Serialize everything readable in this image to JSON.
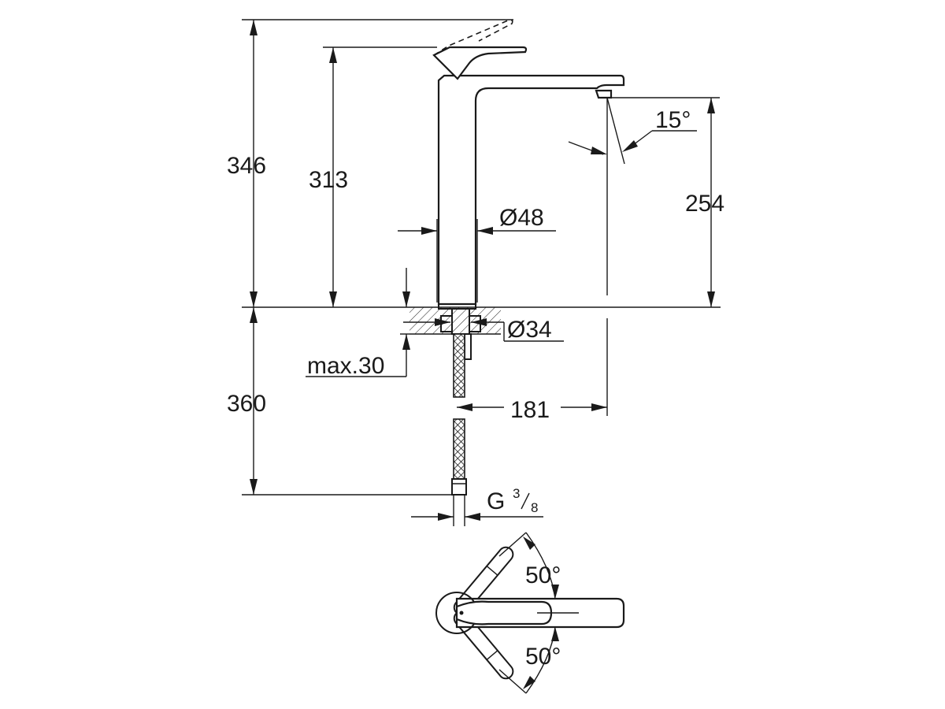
{
  "dimensions": {
    "total_height": "346",
    "spout_height": "313",
    "spout_outlet_height": "254",
    "spout_angle": "15°",
    "body_diameter": "Ø48",
    "hole_diameter": "Ø34",
    "max_deck_thickness": "max.30",
    "hose_length": "360",
    "spout_reach": "181",
    "connection_thread": "G",
    "connection_thread_num": "3",
    "connection_thread_den": "8",
    "lever_angle_top": "50°",
    "lever_angle_bottom": "50°"
  }
}
